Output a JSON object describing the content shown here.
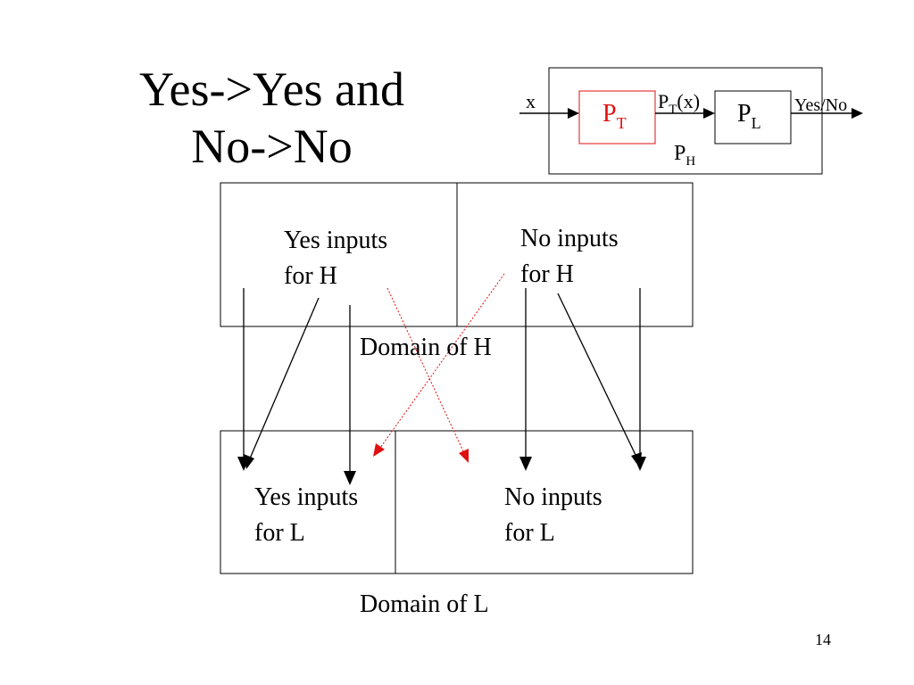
{
  "title": {
    "line1": "Yes->Yes and",
    "line2": "No->No"
  },
  "block_diagram": {
    "input_label": "x",
    "transform_box": {
      "label": "P",
      "subscript": "T",
      "color": "#e01010"
    },
    "intermediate_label": {
      "main": "P",
      "subscript": "T",
      "suffix": "(x)"
    },
    "decider_box": {
      "label": "P",
      "subscript": "L"
    },
    "output_label": "Yes/No",
    "outer_label": {
      "main": "P",
      "subscript": "H"
    }
  },
  "domain_h": {
    "yes_label": {
      "line1": "Yes inputs",
      "line2": "for H"
    },
    "no_label": {
      "line1": "No inputs",
      "line2": "for H"
    },
    "caption": "Domain of H"
  },
  "domain_l": {
    "yes_label": {
      "line1": "Yes inputs",
      "line2": "for L"
    },
    "no_label": {
      "line1": "No inputs",
      "line2": "for L"
    },
    "caption": "Domain of L"
  },
  "colors": {
    "arrow": "#000000",
    "forbidden_arrow": "#e01010"
  },
  "page_number": "14"
}
